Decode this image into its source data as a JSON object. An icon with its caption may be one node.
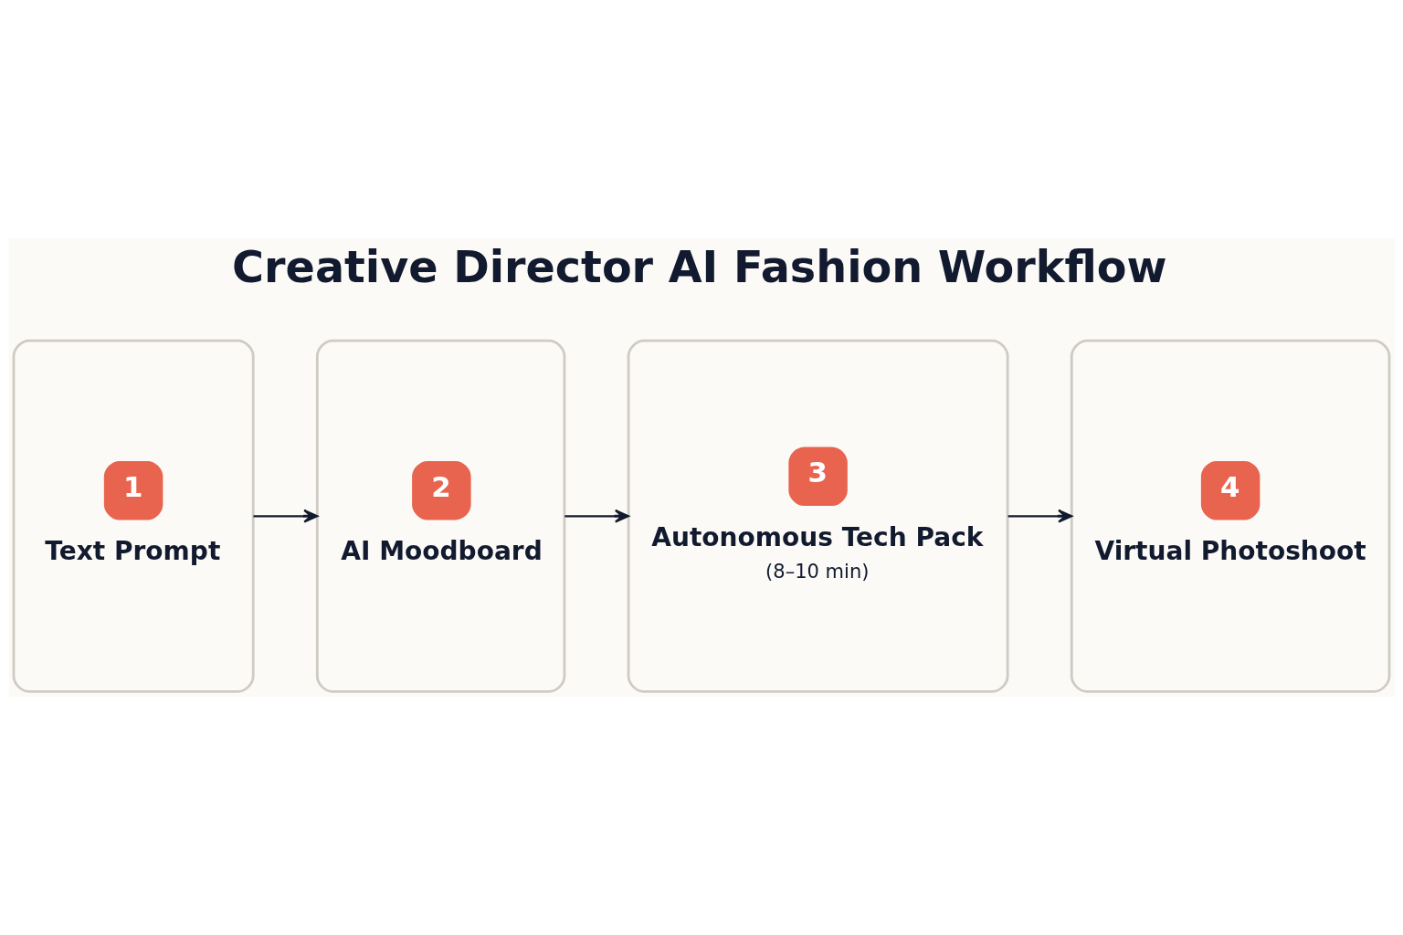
{
  "diagram": {
    "title": "Creative Director AI Fashion Workflow",
    "nodes": [
      {
        "text": [
          "1",
          "Text Prompt"
        ]
      },
      {
        "text": [
          "2",
          "AI Moodboard"
        ]
      },
      {
        "text": [
          "3",
          "Autonomous Tech Pack",
          "(8–10 min)"
        ]
      },
      {
        "text": [
          "4",
          "Virtual Photoshoot"
        ]
      }
    ],
    "edges": [
      {
        "from": 0,
        "to": 1,
        "arrow": "to"
      },
      {
        "from": 1,
        "to": 2,
        "arrow": "to"
      },
      {
        "from": 2,
        "to": 3,
        "arrow": "to"
      }
    ]
  }
}
